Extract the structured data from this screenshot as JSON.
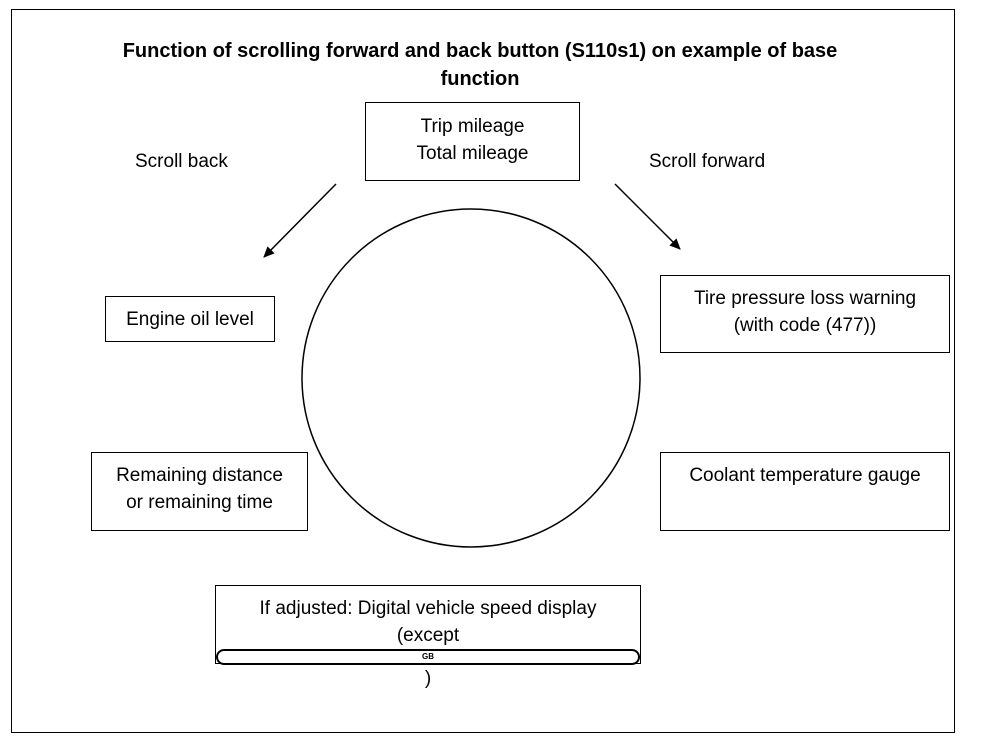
{
  "title": {
    "line1": "Function of scrolling forward and back button (S110s1) on example of base",
    "line2": "function"
  },
  "labels": {
    "scroll_back": "Scroll back",
    "scroll_forward": "Scroll forward"
  },
  "boxes": {
    "top": {
      "line1": "Trip mileage",
      "line2": "Total mileage"
    },
    "oil": {
      "line1": "Engine oil level"
    },
    "tire": {
      "line1": "Tire pressure loss warning",
      "line2": "(with code (477))"
    },
    "remaining": {
      "line1": "Remaining distance",
      "line2": "or remaining time"
    },
    "coolant": {
      "line1": "Coolant temperature gauge"
    },
    "speed": {
      "line1": "If adjusted: Digital vehicle speed display",
      "line2_prefix": "(except ",
      "badge": "GB",
      "line2_suffix": ")"
    }
  }
}
